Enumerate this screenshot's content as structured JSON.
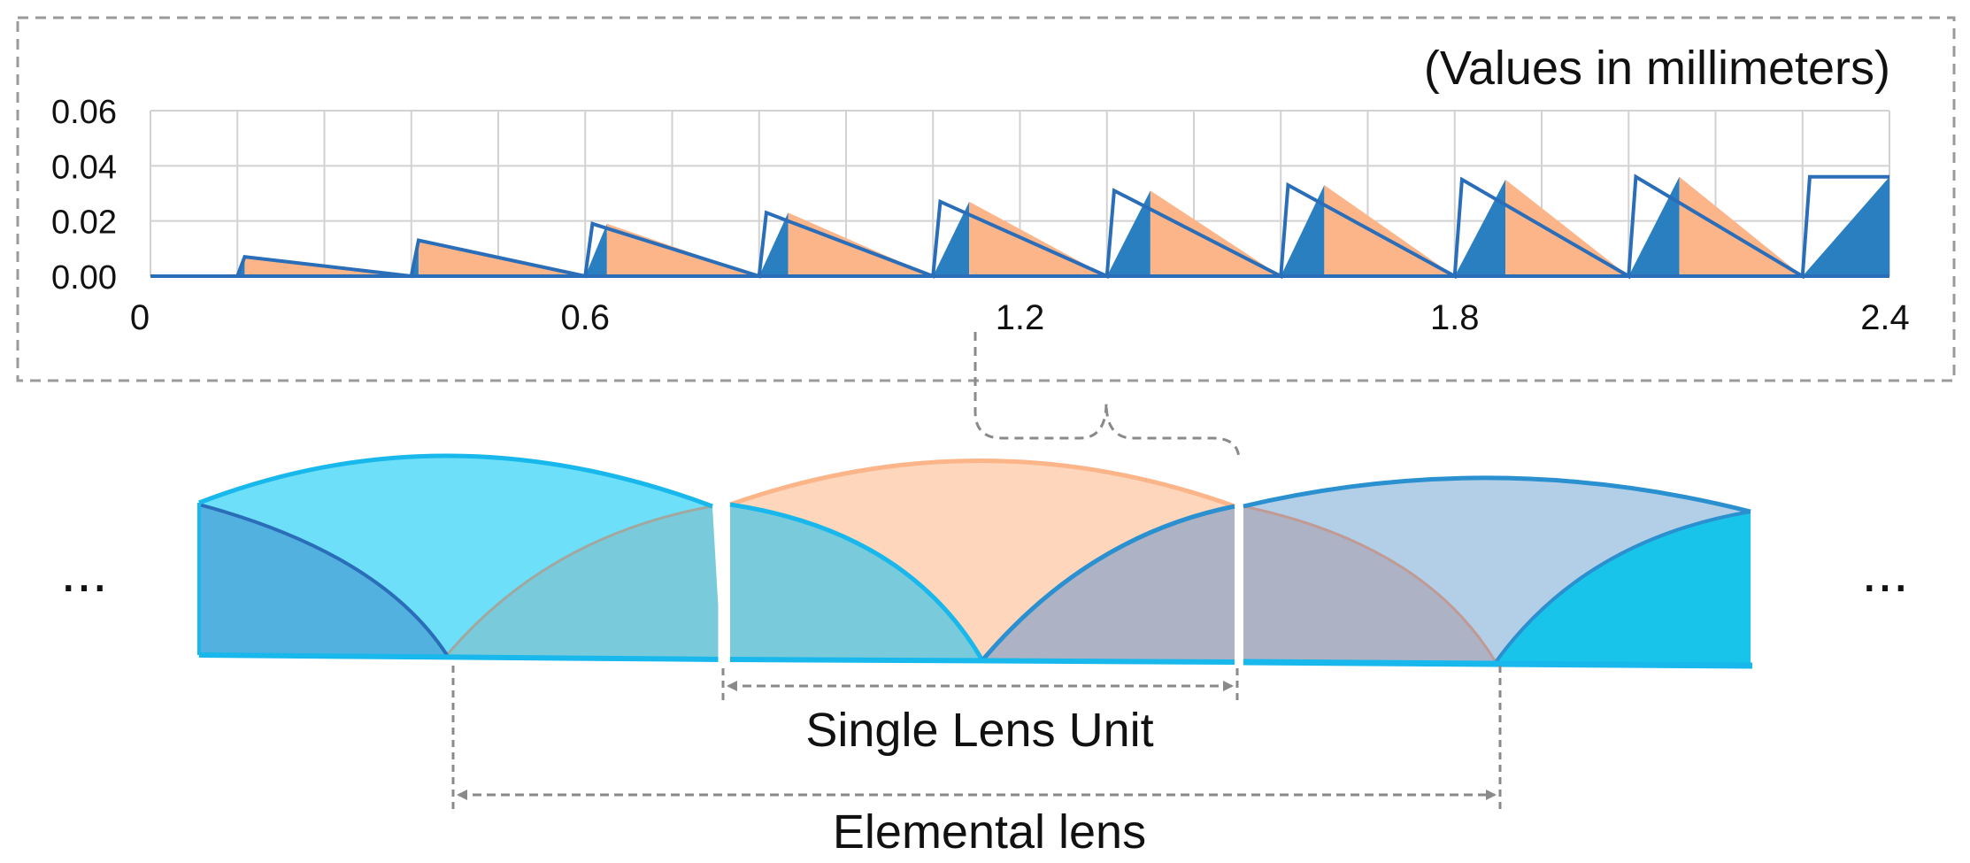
{
  "chart_panel": {
    "units_note": "(Values in millimeters)"
  },
  "chart_data": {
    "type": "area",
    "units_note": "(Values in millimeters)",
    "x_ticks": [
      "0",
      "0.6",
      "1.2",
      "1.8",
      "2.4"
    ],
    "y_ticks": [
      "0.00",
      "0.02",
      "0.04",
      "0.06"
    ],
    "xlim": [
      0,
      2.4
    ],
    "ylim": [
      0,
      0.06
    ],
    "grid": true,
    "series": [
      {
        "profile_x": [
          0.0,
          0.12,
          0.13,
          0.36,
          0.37,
          0.6,
          0.61,
          0.84,
          0.85,
          1.08,
          1.09,
          1.32,
          1.33,
          1.56,
          1.57,
          1.8,
          1.81,
          2.04,
          2.05,
          2.28,
          2.29,
          2.4
        ],
        "profile_y": [
          0.0,
          0.0,
          0.007,
          0.0,
          0.013,
          0.0,
          0.019,
          0.0,
          0.023,
          0.0,
          0.027,
          0.0,
          0.031,
          0.0,
          0.033,
          0.0,
          0.035,
          0.0,
          0.036,
          0.0,
          0.036,
          0.036
        ],
        "facets": [
          {
            "start": 0.12,
            "peak": 0.13,
            "end": 0.36,
            "height": 0.007
          },
          {
            "start": 0.36,
            "peak": 0.37,
            "end": 0.6,
            "height": 0.013
          },
          {
            "start": 0.6,
            "peak": 0.63,
            "end": 0.84,
            "height": 0.019
          },
          {
            "start": 0.84,
            "peak": 0.88,
            "end": 1.08,
            "height": 0.023
          },
          {
            "start": 1.08,
            "peak": 1.13,
            "end": 1.32,
            "height": 0.027
          },
          {
            "start": 1.32,
            "peak": 1.38,
            "end": 1.56,
            "height": 0.031
          },
          {
            "start": 1.56,
            "peak": 1.62,
            "end": 1.8,
            "height": 0.033
          },
          {
            "start": 1.8,
            "peak": 1.87,
            "end": 2.04,
            "height": 0.035
          },
          {
            "start": 2.04,
            "peak": 2.11,
            "end": 2.28,
            "height": 0.036
          },
          {
            "start": 2.28,
            "peak": 2.4,
            "end": 2.4,
            "height": 0.036
          }
        ],
        "colors": {
          "rise": "#2a7fc0",
          "fall": "#fbb589",
          "line": "#2a6db8"
        }
      }
    ]
  },
  "diagram": {
    "label_single": "Single Lens Unit",
    "label_elemental": "Elemental lens",
    "ellipsis_left": "...",
    "ellipsis_right": "...",
    "colors": {
      "lens_cyan": "#6ddff8",
      "lens_dark": "#52b1de",
      "lens_teal": "#79cbdc",
      "lens_orange": "#fdd6bc",
      "lens_gray": "#adb3c5",
      "lens_blue": "#b3cfe7",
      "lens_bright": "#19c4ea"
    }
  }
}
